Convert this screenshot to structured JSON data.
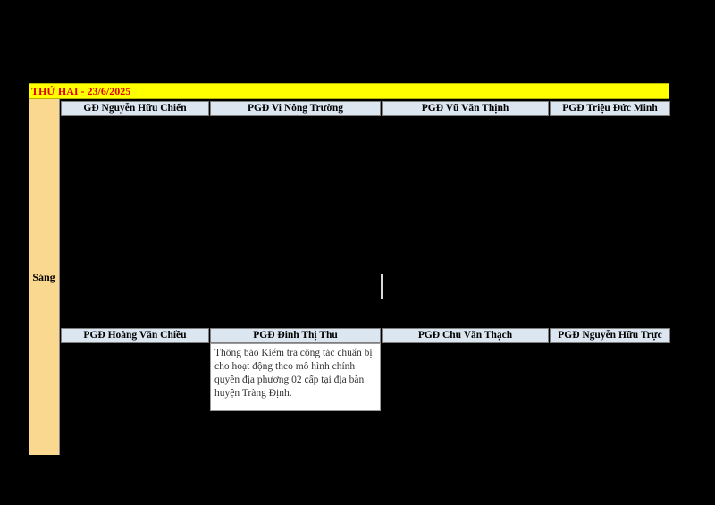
{
  "day_title": "THỨ HAI - 23/6/2025",
  "session_label": "Sáng",
  "row1_headers": [
    "GĐ Nguyễn Hữu Chiến",
    "PGĐ Vi Nông Trường",
    "PGĐ Vũ Văn Thịnh",
    "PGĐ Triệu Đức Minh"
  ],
  "row2_headers": [
    "PGĐ Hoàng Văn Chiều",
    "PGĐ Đinh Thị Thu",
    "PGĐ Chu Văn Thạch",
    "PGĐ Nguyễn Hữu Trực"
  ],
  "note_text": "Thông báo Kiểm tra công tác chuẩn bị cho hoạt động theo mô hình chính quyền địa phương 02 cấp tại địa bàn huyện Tràng Định.",
  "colors": {
    "day_bar": "#ffff00",
    "day_text": "#e00000",
    "session_bg": "#fbd88f",
    "header_bg": "#dce6f1"
  }
}
